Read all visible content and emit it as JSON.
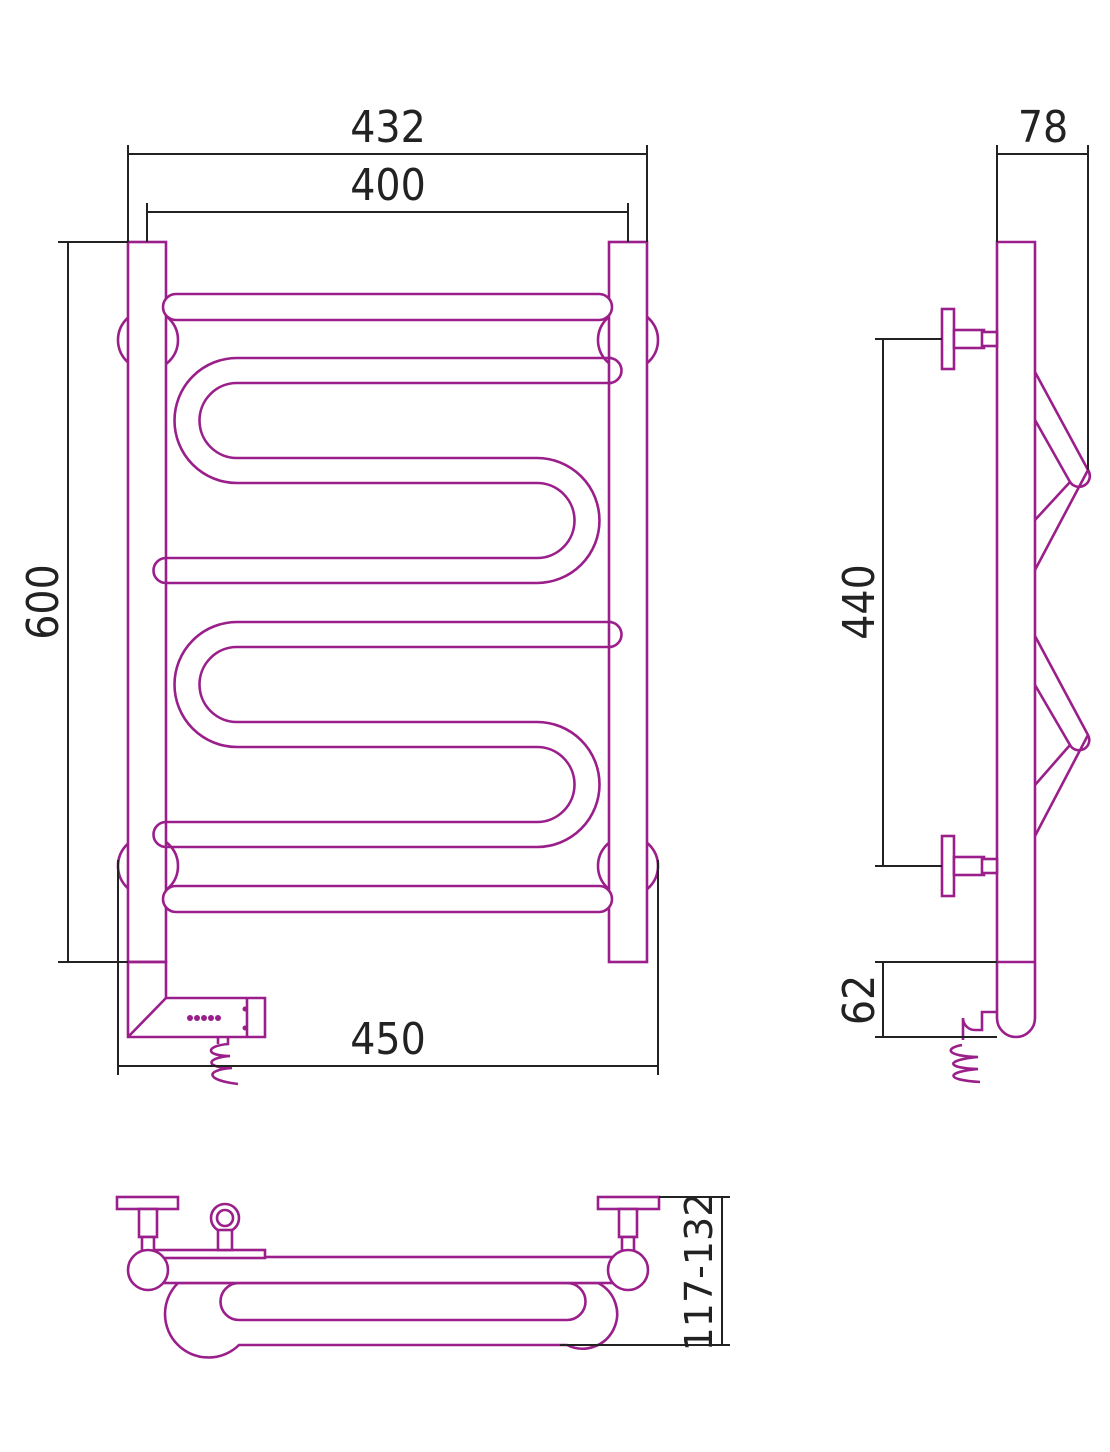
{
  "drawing": {
    "title": "Towel rail dimensional drawing",
    "line_color": "#9b1f8a",
    "dimension_color": "#222222",
    "front_view": {
      "width_outer": "432",
      "width_centers": "400",
      "height": "600",
      "width_with_heater": "450"
    },
    "side_view": {
      "depth": "78",
      "mount_spacing": "440",
      "heater_offset": "62"
    },
    "top_view": {
      "wall_distance": "117-132"
    }
  }
}
